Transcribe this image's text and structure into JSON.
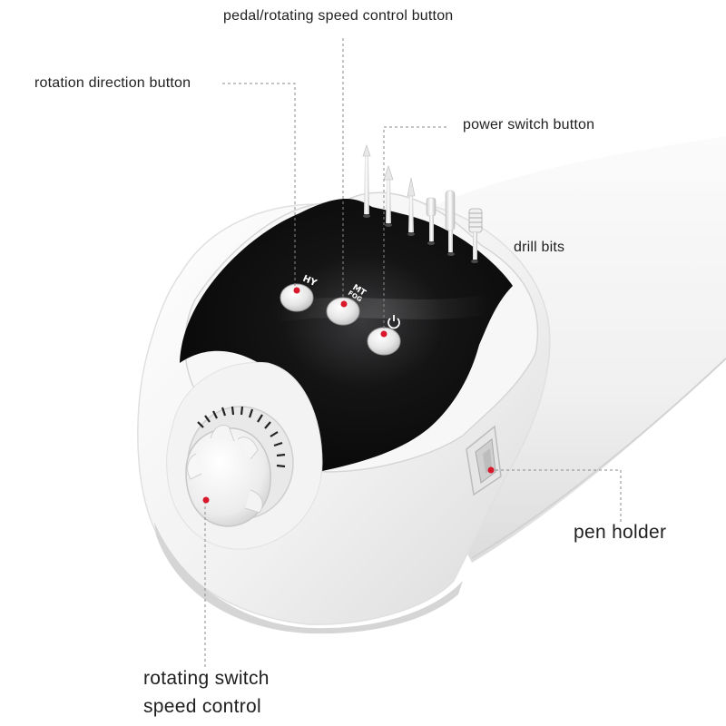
{
  "labels": {
    "pedal_speed_button": "pedal/rotating speed control button",
    "rotation_direction_button": "rotation direction button",
    "power_switch_button": "power switch button",
    "drill_bits": "drill bits",
    "pen_holder": "pen holder",
    "rotating_switch_line1": "rotating switch",
    "rotating_switch_line2": "speed control"
  },
  "device": {
    "button_hy": "HY",
    "button_mt": "MT",
    "button_fog": "FOG",
    "power_icon": "power-icon"
  },
  "colors": {
    "marker": "#d8182b",
    "panel": "#0d0d0e",
    "body": "#f4f4f4",
    "leader_line": "#8a8a8a"
  }
}
